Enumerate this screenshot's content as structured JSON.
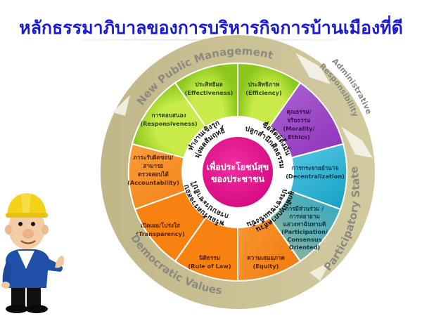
{
  "title": "หลักธรรมาภิบาลของการบริหารกิจการบ้านเมืองที่ดี",
  "outer_ring": {
    "labels": [
      {
        "id": "npm",
        "text": "New Public Management"
      },
      {
        "id": "admin1",
        "text": "Administrative"
      },
      {
        "id": "admin2",
        "text": "Responsibility"
      },
      {
        "id": "participatory",
        "text": "Participatory State"
      },
      {
        "id": "democratic",
        "text": "Democratic Values"
      }
    ],
    "color": "#c7bd8d"
  },
  "segments": [
    {
      "id": "efficiency",
      "th": "ประสิทธิภาพ",
      "en": "(Efficiency)",
      "color": "#9bd22a"
    },
    {
      "id": "morality",
      "th1": "คุณธรรม/",
      "th2": "จริยธรรม",
      "en1": "(Morality/",
      "en2": "Ethics)",
      "color": "#9b3fc3"
    },
    {
      "id": "decentralization",
      "th": "การกระจายอำนาจ",
      "en": "(Decentralization)",
      "color": "#1fb3d6"
    },
    {
      "id": "participation",
      "th1": "การมีส่วนร่วม /",
      "th2": "การหยายาม",
      "th3": "แสวงหาฉันทามติ",
      "en1": "(Participation/",
      "en2": "Consensus",
      "en3": "Oriented)",
      "color": "#30b8d8"
    },
    {
      "id": "equity",
      "th": "ความเสมอภาค",
      "en": "(Equity)",
      "color": "#f7901e"
    },
    {
      "id": "rule_of_law",
      "th": "นิติธรรม",
      "en": "(Rule of Law)",
      "color": "#f78011"
    },
    {
      "id": "transparency",
      "th": "เปิดเผย/โปร่งใส",
      "en": "(Transparency)",
      "color": "#f7841a"
    },
    {
      "id": "accountability",
      "th1": "ภาระรับผิดชอบ/",
      "th2": "สามารถ",
      "th3": "ตรวจสอบได้",
      "en": "(Accountability)",
      "color": "#f68a25"
    },
    {
      "id": "responsiveness",
      "th": "การตอบสนอง",
      "en": "(Responsiveness)",
      "color": "#a7d83c"
    },
    {
      "id": "effectiveness",
      "th": "ประสิทธิผล",
      "en": "(Effectiveness)",
      "color": "#96d026"
    }
  ],
  "inner_ring": {
    "phrases": [
      {
        "id": "proactive",
        "line1": "ทำงานเชิงรุก",
        "line2": "มุ่งผลสัมฤทธิ์"
      },
      {
        "id": "integrity",
        "line1": "ซื่อสัตย์ตั้งมั่น",
        "line2": "ปลูกสำนึกศีลธรรม"
      },
      {
        "id": "participation",
        "line1": "ประชาชนแข็งขัน",
        "line2": "ผูกพันทุกภาคส่วน"
      },
      {
        "id": "democracy",
        "line1": "พร้อมรับตรวจสอบ",
        "line2": "ยึดกรอบประชาธิปไตย"
      }
    ]
  },
  "center": {
    "line1": "เพื่อประโยชน์สุข",
    "line2": "ของประชาชน",
    "color": "#e0168c"
  },
  "mascot": {
    "icon": "construction-worker-mascot",
    "helmet_color": "#f2d21b",
    "shirt_color": "#1f4fa3"
  }
}
